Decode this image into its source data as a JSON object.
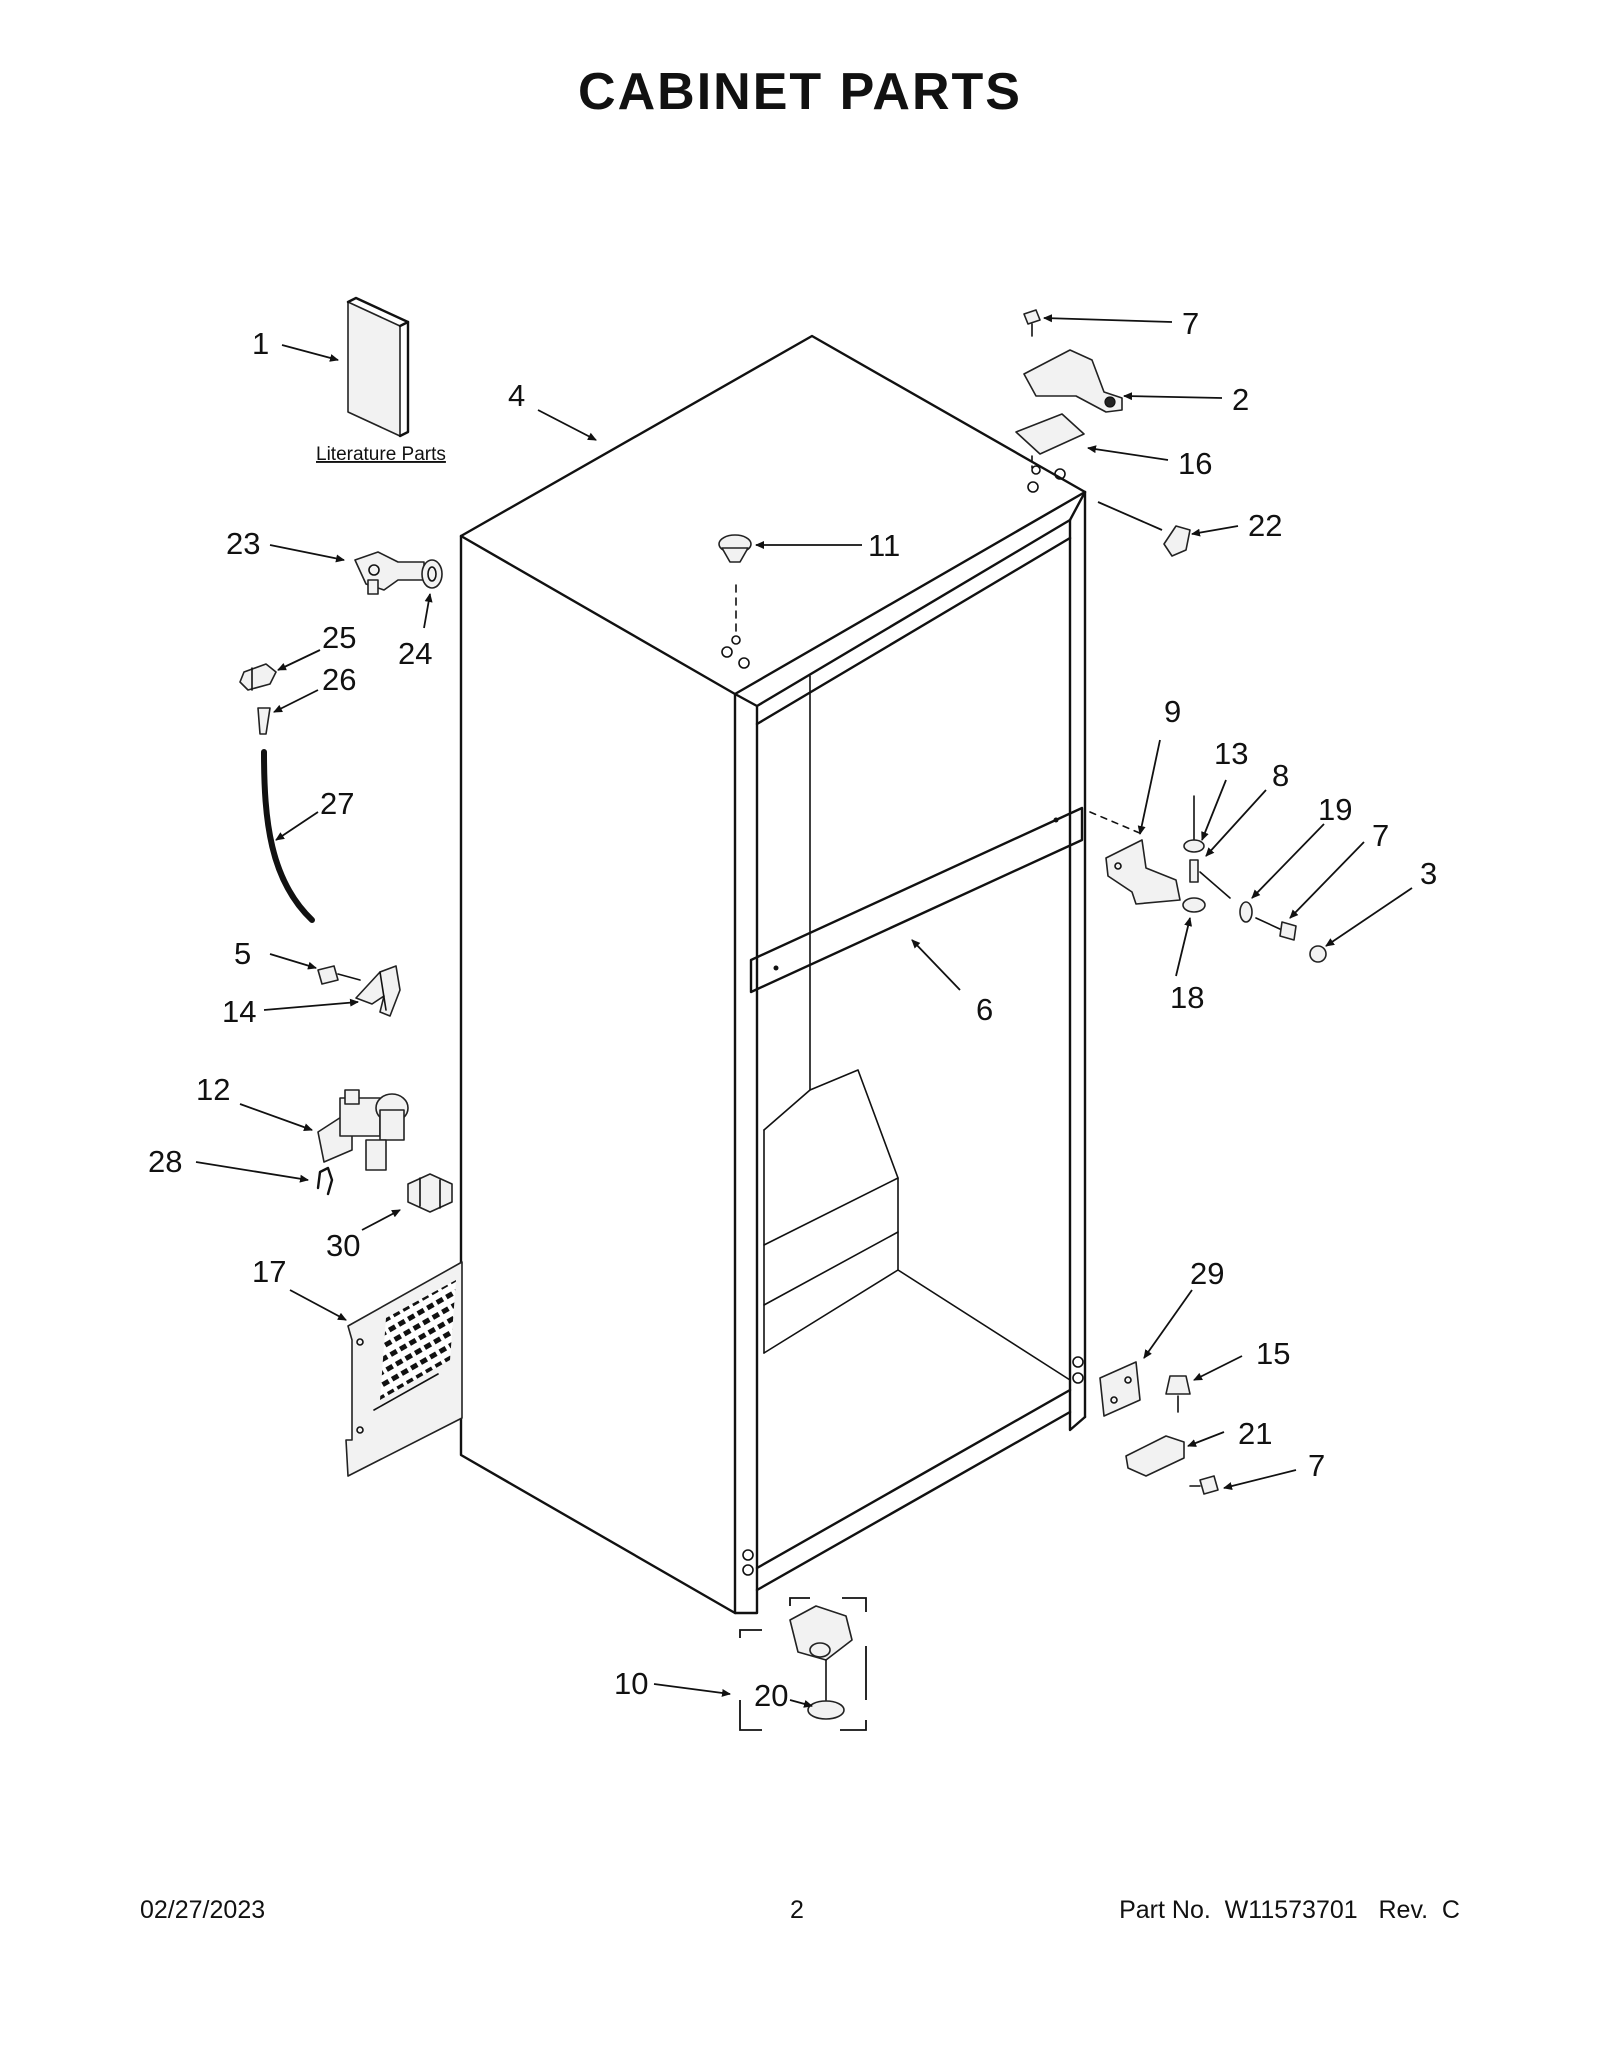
{
  "title": "CABINET PARTS",
  "literature_label": "Literature Parts",
  "callouts": {
    "c1": "1",
    "c2": "2",
    "c3": "3",
    "c4": "4",
    "c5": "5",
    "c6": "6",
    "c7a": "7",
    "c7b": "7",
    "c7c": "7",
    "c8": "8",
    "c9": "9",
    "c10": "10",
    "c11": "11",
    "c12": "12",
    "c13": "13",
    "c14": "14",
    "c15": "15",
    "c16": "16",
    "c17": "17",
    "c18": "18",
    "c19": "19",
    "c20": "20",
    "c21": "21",
    "c22": "22",
    "c23": "23",
    "c24": "24",
    "c25": "25",
    "c26": "26",
    "c27": "27",
    "c28": "28",
    "c29": "29",
    "c30": "30"
  },
  "footer": {
    "date": "02/27/2023",
    "page": "2",
    "part_number": "Part No.  W11573701   Rev.  C"
  }
}
